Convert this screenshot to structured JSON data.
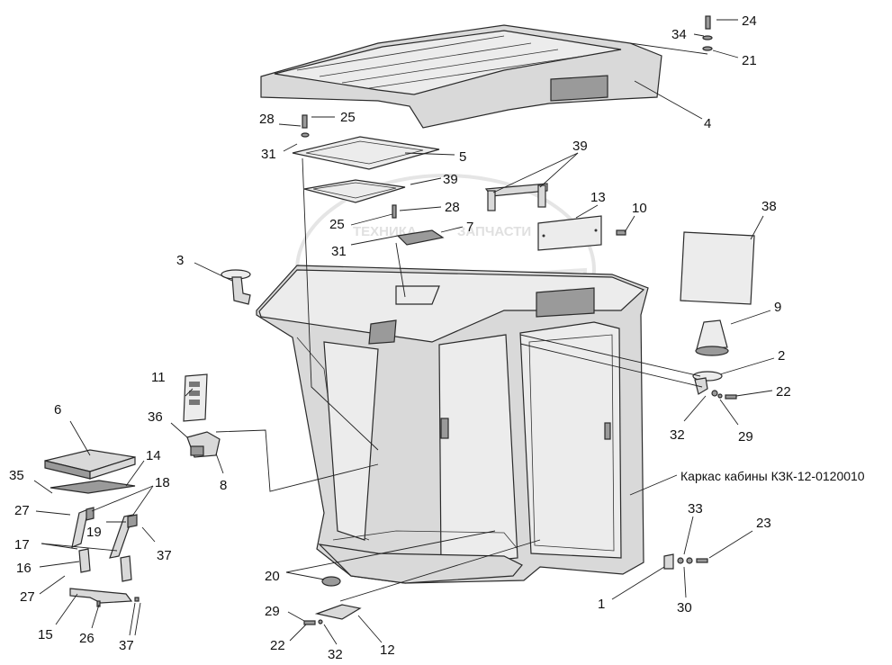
{
  "caption": "Каркас кабины КЗК-12-0120010",
  "watermark": {
    "left_text": "ТЕХНИКА",
    "right_text": "ЗАПЧАСТИ"
  },
  "callouts": [
    {
      "id": "c24",
      "text": "24"
    },
    {
      "id": "c34",
      "text": "34"
    },
    {
      "id": "c21",
      "text": "21"
    },
    {
      "id": "c4",
      "text": "4"
    },
    {
      "id": "c28a",
      "text": "28"
    },
    {
      "id": "c25a",
      "text": "25"
    },
    {
      "id": "c31a",
      "text": "31"
    },
    {
      "id": "c5",
      "text": "5"
    },
    {
      "id": "c39a",
      "text": "39"
    },
    {
      "id": "c39b",
      "text": "39"
    },
    {
      "id": "c25b",
      "text": "25"
    },
    {
      "id": "c28b",
      "text": "28"
    },
    {
      "id": "c7",
      "text": "7"
    },
    {
      "id": "c31b",
      "text": "31"
    },
    {
      "id": "c13",
      "text": "13"
    },
    {
      "id": "c10",
      "text": "10"
    },
    {
      "id": "c38",
      "text": "38"
    },
    {
      "id": "c3",
      "text": "3"
    },
    {
      "id": "c9",
      "text": "9"
    },
    {
      "id": "c2",
      "text": "2"
    },
    {
      "id": "c22a",
      "text": "22"
    },
    {
      "id": "c32a",
      "text": "32"
    },
    {
      "id": "c29a",
      "text": "29"
    },
    {
      "id": "c11",
      "text": "11"
    },
    {
      "id": "c36",
      "text": "36"
    },
    {
      "id": "c6",
      "text": "6"
    },
    {
      "id": "c14",
      "text": "14"
    },
    {
      "id": "c8",
      "text": "8"
    },
    {
      "id": "c35",
      "text": "35"
    },
    {
      "id": "c18",
      "text": "18"
    },
    {
      "id": "c27a",
      "text": "27"
    },
    {
      "id": "c19",
      "text": "19"
    },
    {
      "id": "c17",
      "text": "17"
    },
    {
      "id": "c37a",
      "text": "37"
    },
    {
      "id": "c16",
      "text": "16"
    },
    {
      "id": "c27b",
      "text": "27"
    },
    {
      "id": "c15",
      "text": "15"
    },
    {
      "id": "c26",
      "text": "26"
    },
    {
      "id": "c37b",
      "text": "37"
    },
    {
      "id": "c20",
      "text": "20"
    },
    {
      "id": "c29b",
      "text": "29"
    },
    {
      "id": "c22b",
      "text": "22"
    },
    {
      "id": "c32b",
      "text": "32"
    },
    {
      "id": "c12",
      "text": "12"
    },
    {
      "id": "c33",
      "text": "33"
    },
    {
      "id": "c23",
      "text": "23"
    },
    {
      "id": "c30",
      "text": "30"
    },
    {
      "id": "c1",
      "text": "1"
    }
  ]
}
